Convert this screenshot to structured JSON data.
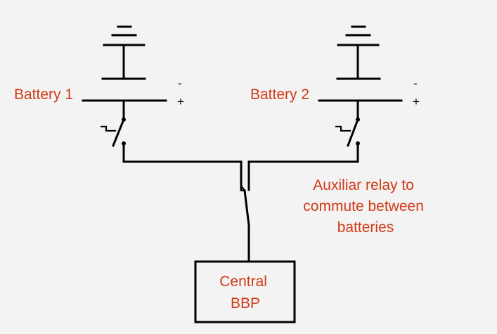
{
  "battery1": {
    "label": "Battery 1",
    "minus": "-",
    "plus": "+"
  },
  "battery2": {
    "label": "Battery 2",
    "minus": "-",
    "plus": "+"
  },
  "relay": {
    "lines": [
      "Auxiliar relay to",
      "commute between",
      "batteries"
    ]
  },
  "central": {
    "lines": [
      "Central",
      "BBP"
    ]
  },
  "colors": {
    "label": "#d03a16",
    "wire": "#000000",
    "background": "#f3f3f3"
  }
}
